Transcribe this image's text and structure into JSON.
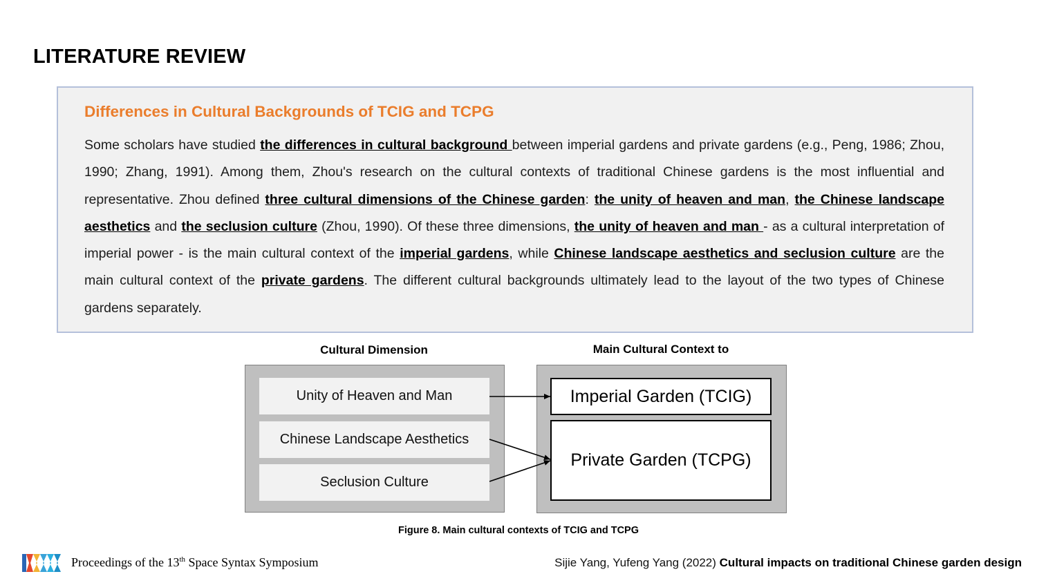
{
  "section_title": "LITERATURE REVIEW",
  "box": {
    "heading": "Differences in Cultural Backgrounds of TCIG and TCPG",
    "paragraph": [
      {
        "t": "Some scholars have studied ",
        "b": false
      },
      {
        "t": "the differences in cultural background ",
        "b": true
      },
      {
        "t": "between imperial gardens and private gardens (e.g., Peng, 1986; Zhou, 1990; Zhang, 1991). Among them, Zhou's research on the cultural contexts of traditional Chinese gardens is the most influential and representative. Zhou defined ",
        "b": false
      },
      {
        "t": "three cultural dimensions of the Chinese garden",
        "b": true
      },
      {
        "t": ": ",
        "b": false
      },
      {
        "t": "the unity of heaven and man",
        "b": true
      },
      {
        "t": ", ",
        "b": false
      },
      {
        "t": "the Chinese landscape aesthetics",
        "b": true
      },
      {
        "t": " and ",
        "b": false
      },
      {
        "t": "the seclusion culture",
        "b": true
      },
      {
        "t": " (Zhou, 1990). Of these three dimensions, ",
        "b": false
      },
      {
        "t": "the unity of heaven and man ",
        "b": true
      },
      {
        "t": "- as a cultural interpretation of imperial power - is the main cultural context of the ",
        "b": false
      },
      {
        "t": "imperial gardens",
        "b": true
      },
      {
        "t": ", while ",
        "b": false
      },
      {
        "t": "Chinese landscape aesthetics and seclusion culture",
        "b": true
      },
      {
        "t": " are the main cultural context of the ",
        "b": false
      },
      {
        "t": "private gardens",
        "b": true
      },
      {
        "t": ". The different cultural backgrounds ultimately lead to the layout of the two types of Chinese gardens separately.",
        "b": false
      }
    ]
  },
  "figure": {
    "left_header": "Cultural Dimension",
    "right_header": "Main Cultural Context to",
    "dimensions": [
      "Unity of Heaven and Man",
      "Chinese Landscape Aesthetics",
      "Seclusion Culture"
    ],
    "gardens": [
      "Imperial Garden (TCIG)",
      "Private Garden (TCPG)"
    ],
    "caption": "Figure 8. Main cultural contexts of TCIG and TCPG"
  },
  "footer": {
    "proceedings_pre": "Proceedings of the 13",
    "proceedings_sup": "th",
    "proceedings_post": " Space Syntax Symposium",
    "authors": "Sijie Yang, Yufeng Yang (2022) ",
    "paper_title": "Cultural impacts on traditional Chinese garden design"
  },
  "colors": {
    "heading_orange": "#ea7d2c",
    "box_background": "#f1f1f1",
    "box_border": "#b4c0da",
    "panel_gray": "#bfbfbf"
  },
  "icons": {
    "footer_logo": "sss-logo-icon"
  }
}
